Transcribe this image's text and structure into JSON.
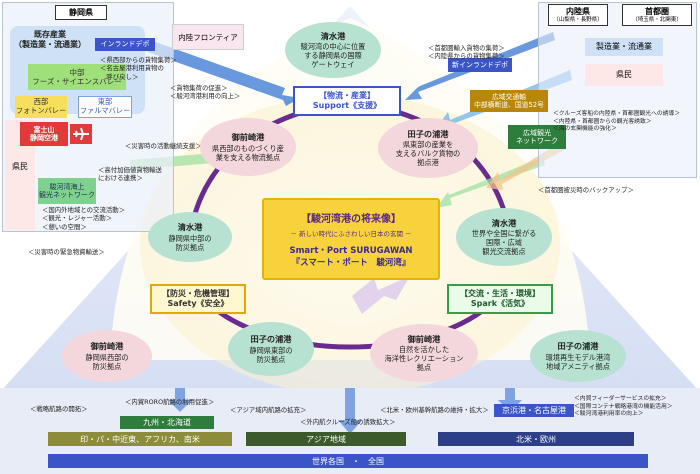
{
  "colors": {
    "mint": "#b7e2d2",
    "pink": "#f4d7dc",
    "purple": "#6a2b8f",
    "blue_bar": "#3b55c9",
    "gold": "#f7d23c"
  },
  "left": {
    "region_title": "静岡県",
    "industry_title": "既存産業\n（製造業・流通業）",
    "inland_depot": "インランドデポ",
    "chubu": "中部\nフーズ・サイエンスバレー",
    "seibu": "西部\nフォトンバレー",
    "tobu": "東部\nファルマバレー",
    "airport": "富士山\n静岡空港",
    "kenmin": "県民",
    "network": "駿河湾海上\n観光ネットワーク"
  },
  "top": {
    "frontier": "内陸フロンティア",
    "shimizu_title": "清水港",
    "shimizu_text": "駿河湾の中心に位置\nする静岡県の国際\nゲートウェイ",
    "support": "【物流・産業】\nSupport《支援》"
  },
  "right": {
    "inland_pref": "内陸県",
    "inland_pref_sub": "（山梨県・長野県）",
    "metro": "首都圏",
    "metro_sub": "（埼玉県・北関東）",
    "industry": "製造業・流通業",
    "kenmin": "県民",
    "new_depot": "新インランドデポ",
    "wide_traffic": "広域交通軸\n中部横断道、国道52号",
    "wide_tourism": "広域観光\nネットワーク"
  },
  "center": {
    "title": "【駿河湾港の将来像】",
    "subtitle": "－ 新しい時代にふさわしい日本の玄関 －",
    "smart": "Smart・Port SURUGAWAN",
    "smart_jp": "『スマート・ポート　駿河湾』"
  },
  "nodes": {
    "omaezaki_upper": {
      "title": "御前崎港",
      "text": "県西部のものづくり産\n業を支える物流拠点"
    },
    "tagonoura_upper": {
      "title": "田子の浦港",
      "text": "県東部の産業を\n支えるバルク貨物の\n拠点港"
    },
    "shimizu_left": {
      "title": "清水港",
      "text": "静岡県中部の\n防災拠点"
    },
    "shimizu_right": {
      "title": "清水港",
      "text": "世界や全国に繋がる\n国際・広域\n観光交流拠点"
    },
    "omaezaki_lower": {
      "title": "御前崎港",
      "text": "静岡県西部の\n防災拠点"
    },
    "tagonoura_lower_left": {
      "title": "田子の浦港",
      "text": "静岡県東部の\n防災拠点"
    },
    "omaezaki_lower_right": {
      "title": "御前崎港",
      "text": "自然を活かした\n海洋性レクリエーション\n拠点"
    },
    "tagonoura_lower_right": {
      "title": "田子の浦港",
      "text": "環境再生モデル港湾\n地域アメニティ拠点"
    }
  },
  "pillars": {
    "safety": "【防災・危機管理】\nSafety《安全》",
    "spark": "【交流・生活・環境】\nSpark《活気》"
  },
  "notes": {
    "n1": "＜県西部からの貨物集荷＞\n＜名古屋港利用貨物の\n　呼び戻し＞",
    "n2": "＜貨物集荷の促進＞\n＜駿河湾港利用の向上＞",
    "n3": "＜首都圏輸入貨物の集荷＞\n＜内陸県からの貨物集荷＞",
    "n4": "＜クルーズ客船の内陸県・首都圏観光への誘導＞\n＜内陸県・首都圏からの観光客誘致＞\n＜海の玄関機能の強化＞",
    "n5": "＜災害時の活動継続支援＞",
    "n6": "＜高付加価値貨物輸送\nにおける連携＞",
    "n7": "＜国内外地域との交流活動＞\n＜観光・レジャー活動＞\n＜憩いの空間＞",
    "n8": "＜災害時の緊急物資輸送＞",
    "n9": "＜首都圏被災時のバックアップ＞",
    "n10": "＜内貿RORO航路の利用促進＞",
    "n11": "＜戦略航路の開拓＞",
    "n12": "＜アジア域内航路の拡充＞",
    "n13": "＜外内航クルーズ船の誘致拡大＞",
    "n14": "＜北米・欧州基幹航路の維持・拡大＞",
    "n15": "＜内貿フィーダーサービスの拡充＞\n＜国際コンテナ戦略港湾の機能活用＞\n＜駿河湾港利用率の向上＞"
  },
  "bottom": {
    "kyushu": "九州・北海道",
    "keihin": "京浜港・名古屋港",
    "india": "印・パ・中近東、アフリカ、南米",
    "asia": "アジア地域",
    "namerica": "北米・欧州",
    "world": "世界各国　・　全国"
  }
}
